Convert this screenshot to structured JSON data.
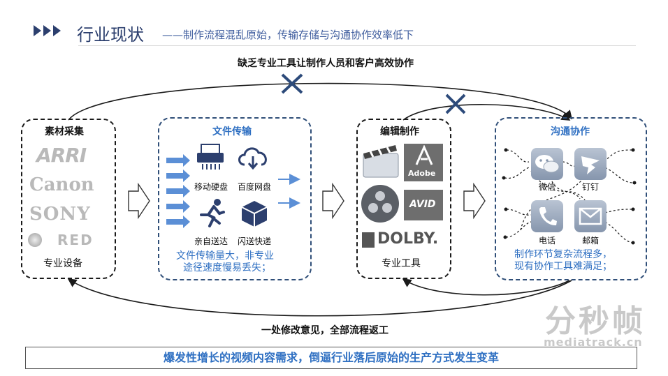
{
  "header": {
    "title": "行业现状",
    "subtitle": "——制作流程混乱原始，传输存储与沟通协作效率低下"
  },
  "top_label": "缺乏专业工具让制作人员和客户高效协作",
  "bottom_label": "一处修改意见，全部流程返工",
  "footer": "爆发性增长的视频内容需求，倒逼行业落后原始的生产方式发生变革",
  "stages": [
    {
      "title": "素材采集",
      "logos": [
        "ARRI",
        "Canon",
        "SONY",
        "RED"
      ],
      "caption": "专业设备"
    },
    {
      "title": "文件传输",
      "items": [
        "移动硬盘",
        "百度网盘",
        "亲自送达",
        "闪送快递"
      ],
      "note_lines": [
        "文件传输量大，非专业",
        "途径速度慢易丢失；"
      ]
    },
    {
      "title": "编辑制作",
      "logos": [
        "Adobe",
        "AVID",
        "DOLBY."
      ],
      "caption": "专业工具"
    },
    {
      "title": "沟通协作",
      "items": [
        "微信",
        "钉钉",
        "电话",
        "邮箱"
      ],
      "note_lines": [
        "制作环节复杂流程多，",
        "现有协作工具难满足；"
      ]
    }
  ],
  "watermark": {
    "brand": "分秒帧",
    "url": "mediatrack.cn"
  },
  "colors": {
    "navy": "#2c3f6e",
    "accent_blue": "#2e6fc2",
    "arrow_blue": "#5b8fd6",
    "cross": "#2c4a7a"
  }
}
